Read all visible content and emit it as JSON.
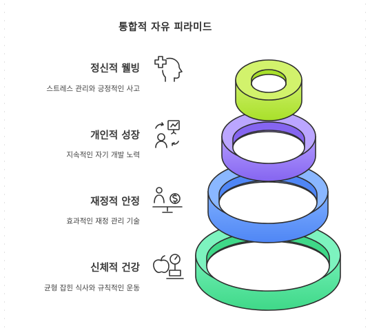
{
  "title": "통합적 자유 피라미드",
  "levels": [
    {
      "title": "정신적 웰빙",
      "desc": "스트레스 관리와 긍정적인 사고",
      "icon": "mind-health-icon",
      "color": "#b9ec3a"
    },
    {
      "title": "개인적 성장",
      "desc": "지속적인 자기 개발 노력",
      "icon": "self-development-icon",
      "color": "#9a7cf6"
    },
    {
      "title": "재정적 안정",
      "desc": "효과적인 재정 관리 기술",
      "icon": "money-balance-icon",
      "color": "#5b92f8"
    },
    {
      "title": "신체적 건강",
      "desc": "균형 잡힌 식사와 규칙적인 운동",
      "icon": "diet-scale-icon",
      "color": "#4ee29a"
    }
  ]
}
